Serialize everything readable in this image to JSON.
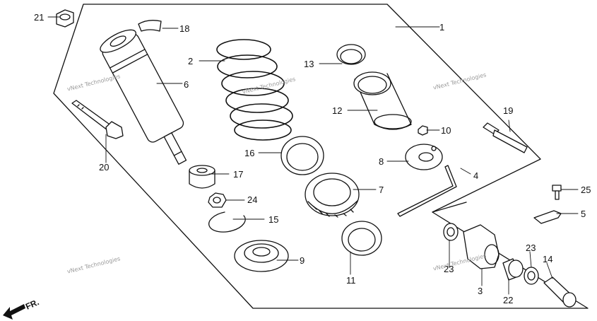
{
  "callouts": [
    "1",
    "2",
    "3",
    "4",
    "5",
    "6",
    "7",
    "8",
    "9",
    "10",
    "11",
    "12",
    "13",
    "14",
    "15",
    "16",
    "17",
    "18",
    "19",
    "20",
    "21",
    "22",
    "23",
    "24",
    "25"
  ],
  "callout_23b": "23",
  "watermark": "vNext Technologies",
  "direction_label": "FR."
}
